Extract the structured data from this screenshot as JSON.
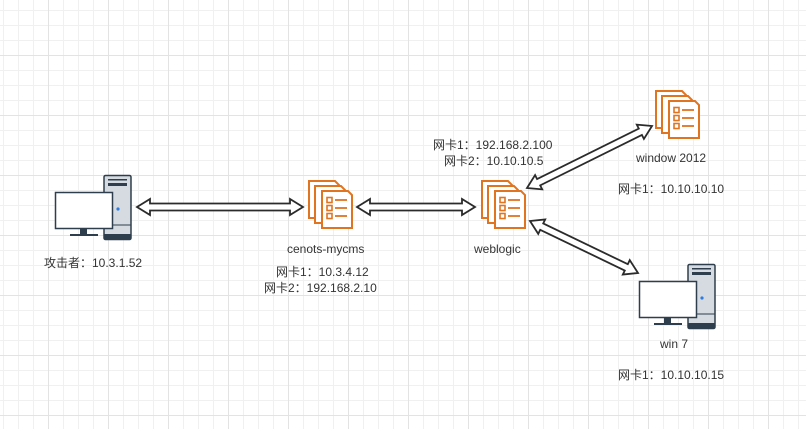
{
  "diagram": {
    "colors": {
      "server_icon": "#E07421",
      "computer_outline": "#2F3E4C",
      "computer_fill": "#D5DBE0",
      "computer_led": "#2E7BE4",
      "arrow_stroke": "#2B2B2B",
      "text": "#333333"
    },
    "nodes": [
      {
        "id": "attacker",
        "icon": "desktop-computer-icon",
        "name": "",
        "lines": [
          "攻击者：10.3.1.52"
        ]
      },
      {
        "id": "centos",
        "icon": "server-documents-icon",
        "name": "cenots-mycms",
        "lines": [
          "网卡1：10.3.4.12",
          "网卡2：192.168.2.10"
        ]
      },
      {
        "id": "weblogic",
        "icon": "server-documents-icon",
        "name": "weblogic",
        "lines": [
          "网卡1：192.168.2.100",
          "网卡2：10.10.10.5"
        ]
      },
      {
        "id": "window2012",
        "icon": "server-documents-icon",
        "name": "window 2012",
        "lines": [
          "网卡1：10.10.10.10"
        ]
      },
      {
        "id": "win7",
        "icon": "desktop-computer-icon",
        "name": "win 7",
        "lines": [
          "网卡1：10.10.10.15"
        ]
      }
    ],
    "links": [
      {
        "from": "attacker",
        "to": "centos",
        "type": "bidirectional"
      },
      {
        "from": "centos",
        "to": "weblogic",
        "type": "bidirectional"
      },
      {
        "from": "weblogic",
        "to": "window2012",
        "type": "bidirectional"
      },
      {
        "from": "weblogic",
        "to": "win7",
        "type": "bidirectional"
      }
    ]
  }
}
